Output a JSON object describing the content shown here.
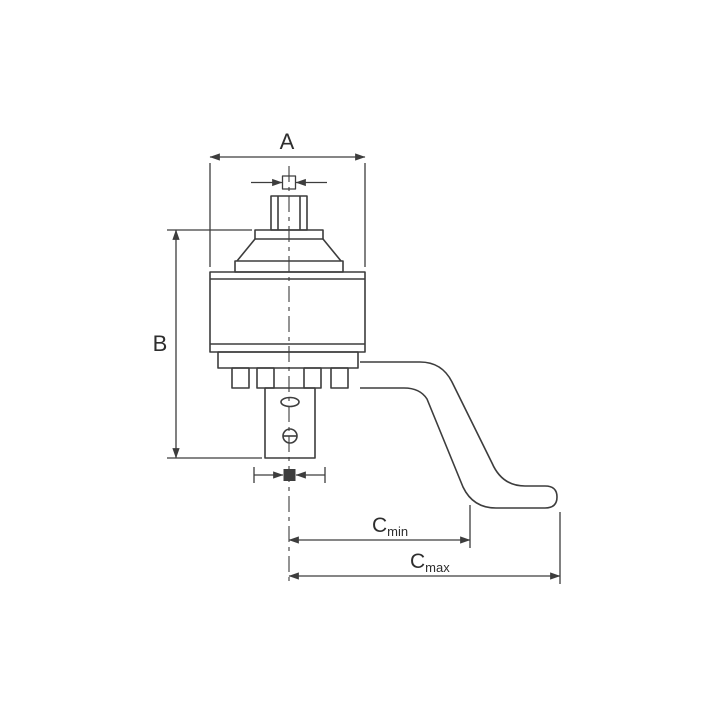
{
  "drawing": {
    "labels": {
      "a": "A",
      "b": "B",
      "c": "C",
      "min": "min",
      "max": "max"
    },
    "colors": {
      "line": "#3d3d3d",
      "text": "#2e2e2e",
      "background": "#ffffff"
    }
  }
}
